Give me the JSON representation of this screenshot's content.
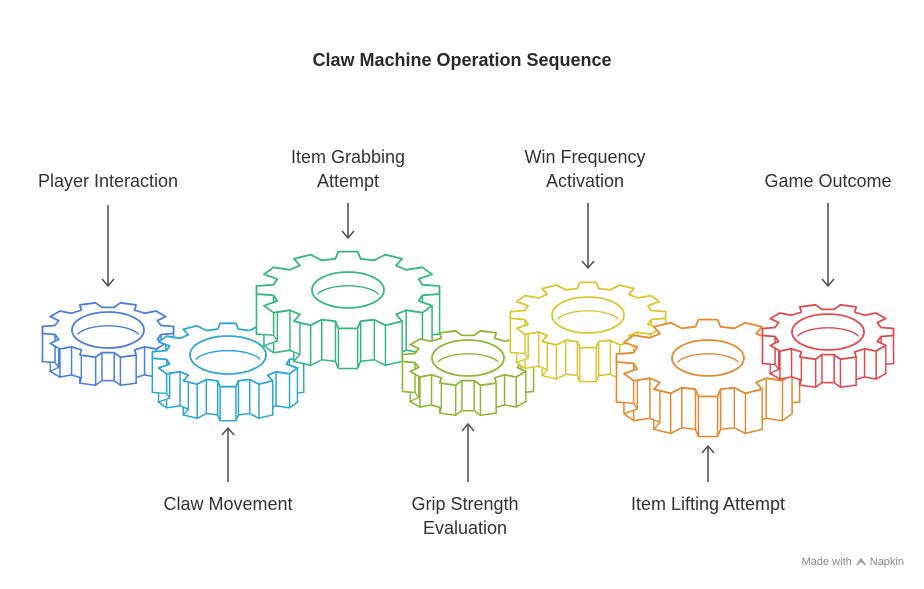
{
  "title": "Claw Machine Operation Sequence",
  "steps": [
    {
      "id": "player-interaction",
      "label": "Player Interaction",
      "color": "#4a7fdc",
      "position": "top"
    },
    {
      "id": "claw-movement",
      "label": "Claw Movement",
      "color": "#2fa7d6",
      "position": "bottom"
    },
    {
      "id": "item-grabbing-attempt",
      "label": "Item Grabbing Attempt",
      "color": "#34b87c",
      "position": "top"
    },
    {
      "id": "grip-strength-evaluation",
      "label": "Grip Strength Evaluation",
      "color": "#8cb834",
      "position": "bottom"
    },
    {
      "id": "win-frequency-activation",
      "label": "Win Frequency Activation",
      "color": "#dcc62e",
      "position": "top"
    },
    {
      "id": "item-lifting-attempt",
      "label": "Item Lifting Attempt",
      "color": "#e58a30",
      "position": "bottom"
    },
    {
      "id": "game-outcome",
      "label": "Game Outcome",
      "color": "#e04a4a",
      "position": "top"
    }
  ],
  "footer": {
    "made_with": "Made with",
    "brand": "Napkin",
    "icon": "napkin-logo-icon"
  }
}
